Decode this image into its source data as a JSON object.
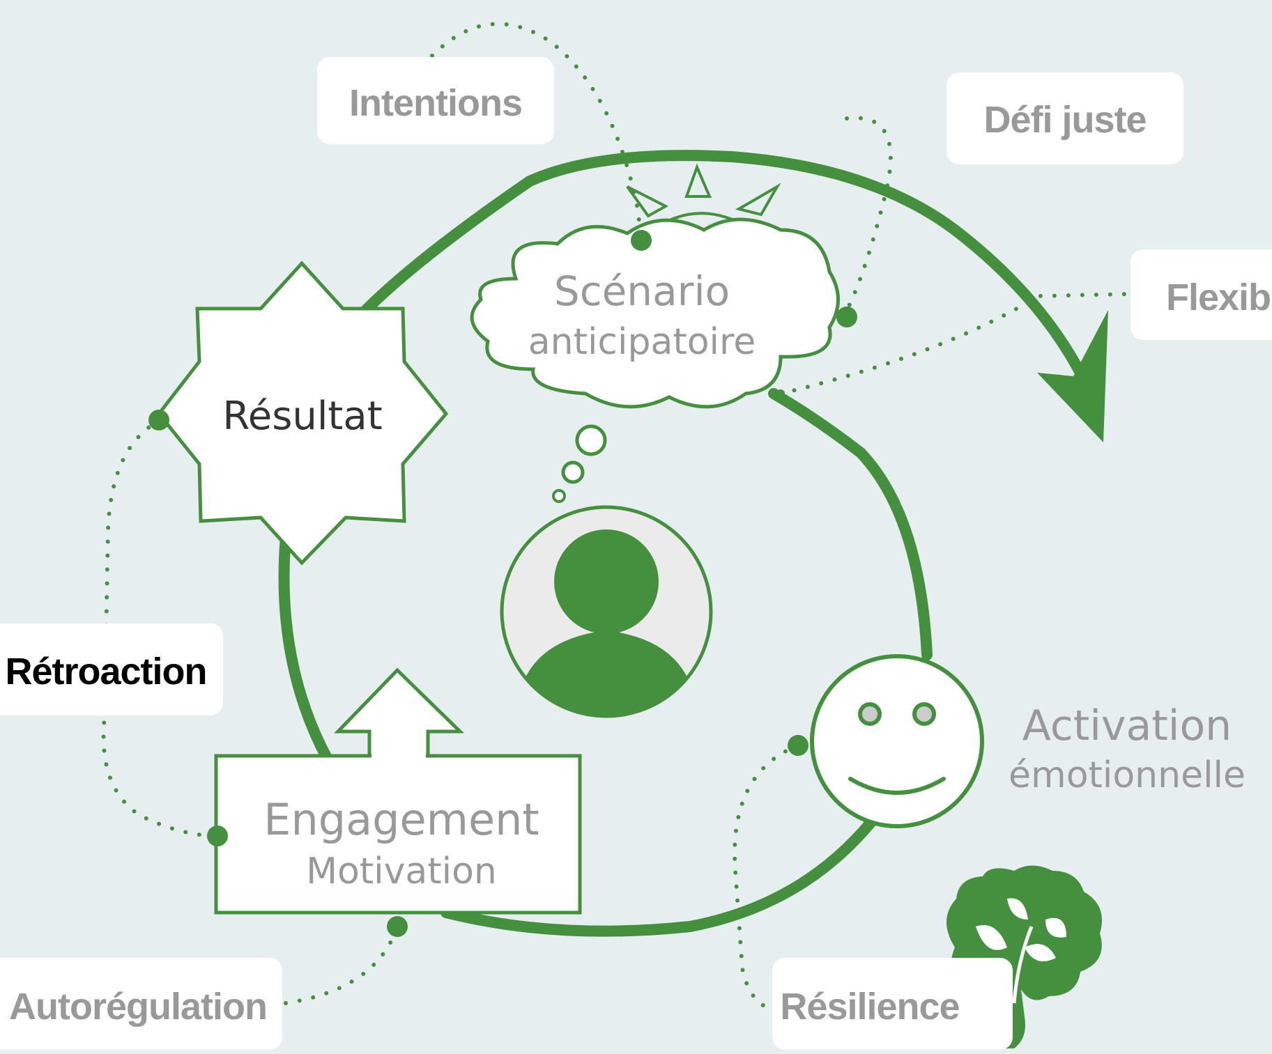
{
  "colors": {
    "background": "#e6eef0",
    "green": "#45903f",
    "label_grey": "#999999",
    "label_dark": "#333333",
    "label_black": "#000000",
    "box_fill": "#ffffff",
    "avatar_bg": "#ebebeb"
  },
  "labels": {
    "intentions": "Intentions",
    "defi_juste": "Défi juste",
    "flexibilite": "Flexibilité",
    "retroaction": "Rétroaction",
    "autoregulation": "Autorégulation",
    "resilience": "Résilience"
  },
  "nodes": {
    "scenario_line1": "Scénario",
    "scenario_line2": "anticipatoire",
    "resultat": "Résultat",
    "engagement": "Engagement",
    "motivation": "Motivation",
    "activation_line1": "Activation",
    "activation_line2": "émotionnelle"
  },
  "icons": {
    "center": "person-avatar-icon",
    "emotion": "smiley-face-icon",
    "thought": "thought-cloud-icon",
    "brain": "brain-plant-icon",
    "idea": "light-rays-icon"
  }
}
